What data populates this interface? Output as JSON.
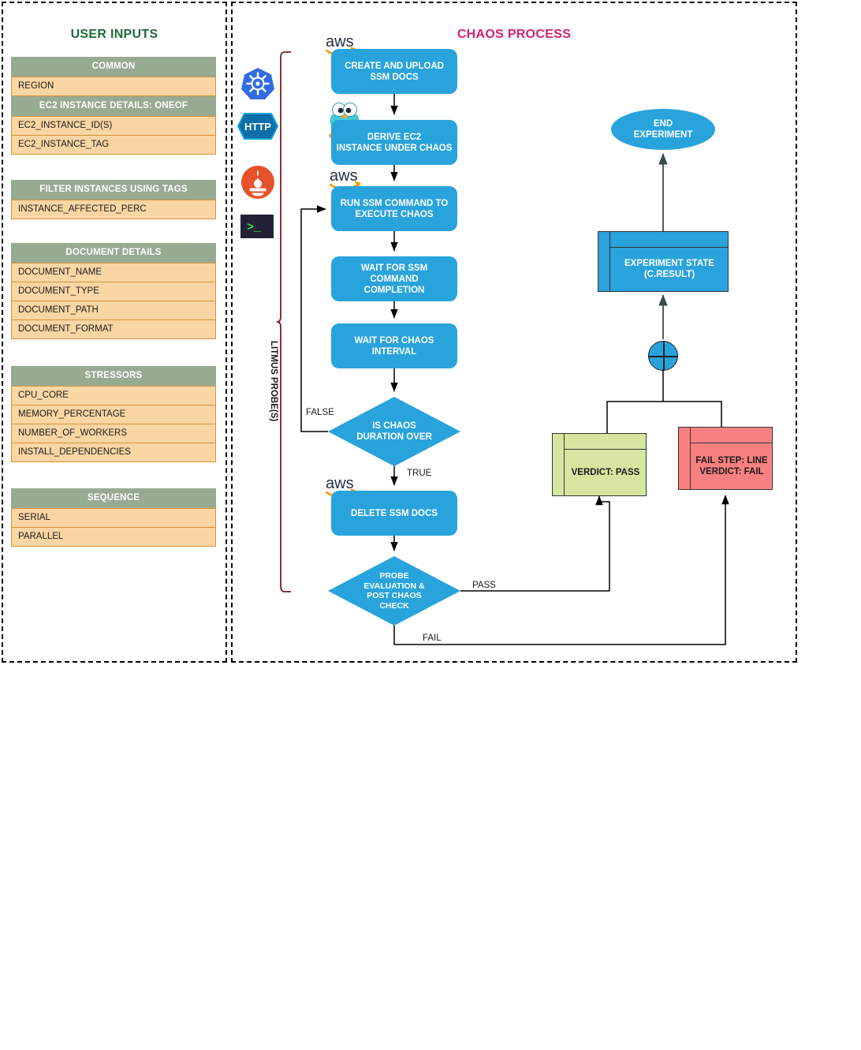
{
  "panels": {
    "inputs_title": "USER INPUTS",
    "process_title": "CHAOS PROCESS"
  },
  "colors": {
    "inputs_title": "#1f6b3b",
    "process_title": "#d6206e",
    "table_header": "#97ab92",
    "table_row": "#fad6a5",
    "table_row_border": "#d79136",
    "node_blue": "#29a3dc",
    "verdict_pass": "#d6e6a0",
    "verdict_fail": "#f98080",
    "bracket": "#7b1f22"
  },
  "input_tables": [
    {
      "name": "common",
      "rows": [
        {
          "type": "header",
          "label": "COMMON"
        },
        {
          "type": "row",
          "label": "REGION"
        },
        {
          "type": "header",
          "label": "EC2 INSTANCE DETAILS: ONEOF"
        },
        {
          "type": "row",
          "label": "EC2_INSTANCE_ID(S)"
        },
        {
          "type": "row",
          "label": "EC2_INSTANCE_TAG"
        }
      ]
    },
    {
      "name": "filter-instances-using-tags",
      "rows": [
        {
          "type": "header",
          "label": "FILTER INSTANCES USING TAGS"
        },
        {
          "type": "row",
          "label": "INSTANCE_AFFECTED_PERC"
        }
      ]
    },
    {
      "name": "document-details",
      "rows": [
        {
          "type": "header",
          "label": "DOCUMENT DETAILS"
        },
        {
          "type": "row",
          "label": "DOCUMENT_NAME"
        },
        {
          "type": "row",
          "label": "DOCUMENT_TYPE"
        },
        {
          "type": "row",
          "label": "DOCUMENT_PATH"
        },
        {
          "type": "row",
          "label": "DOCUMENT_FORMAT"
        }
      ]
    },
    {
      "name": "stressors",
      "rows": [
        {
          "type": "header",
          "label": "STRESSORS"
        },
        {
          "type": "row",
          "label": "CPU_CORE"
        },
        {
          "type": "row",
          "label": "MEMORY_PERCENTAGE"
        },
        {
          "type": "row",
          "label": "NUMBER_OF_WORKERS"
        },
        {
          "type": "row",
          "label": "INSTALL_DEPENDENCIES"
        }
      ]
    },
    {
      "name": "sequence",
      "rows": [
        {
          "type": "header",
          "label": "SEQUENCE"
        },
        {
          "type": "row",
          "label": "SERIAL"
        },
        {
          "type": "row",
          "label": "PARALLEL"
        }
      ]
    }
  ],
  "probe_icons": [
    {
      "name": "kubernetes-icon",
      "label": ""
    },
    {
      "name": "http-icon",
      "label": "HTTP"
    },
    {
      "name": "prometheus-icon",
      "label": ""
    },
    {
      "name": "command-prompt-icon",
      "label": ">_"
    }
  ],
  "bracket_label": "LITMUS PROBE(S)",
  "flow": {
    "create_upload": "CREATE AND UPLOAD\nSSM DOCS",
    "derive_ec2": "DERIVE EC2\nINSTANCE UNDER CHAOS",
    "run_ssm": "RUN SSM COMMAND TO\nEXECUTE CHAOS",
    "wait_ssm": "WAIT FOR SSM COMMAND\nCOMPLETION",
    "wait_interval": "WAIT FOR CHAOS\nINTERVAL",
    "is_chaos_over": "IS CHAOS\nDURATION OVER",
    "delete_ssm": "DELETE SSM DOCS",
    "probe_eval": "PROBE\nEVALUATION &\nPOST CHAOS\nCHECK",
    "end_experiment": "END\nEXPERIMENT",
    "experiment_state": "EXPERIMENT STATE\n(C.RESULT)",
    "verdict_pass": "VERDICT: PASS",
    "verdict_fail": "FAIL STEP: LINE\nVERDICT: FAIL"
  },
  "edge_labels": {
    "false": "FALSE",
    "true": "TRUE",
    "pass": "PASS",
    "fail": "FAIL"
  },
  "logos": {
    "aws": "aws"
  }
}
